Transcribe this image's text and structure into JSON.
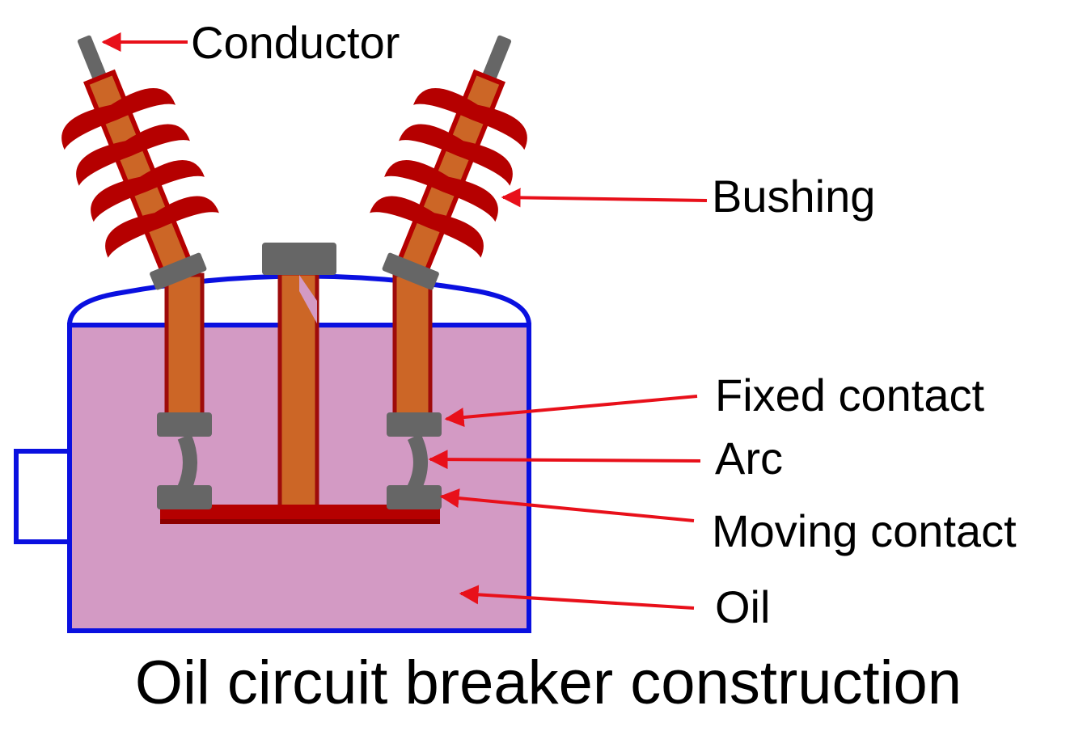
{
  "title": "Oil circuit breaker construction",
  "labels": {
    "conductor": "Conductor",
    "bushing": "Bushing",
    "fixed_contact": "Fixed contact",
    "arc": "Arc",
    "moving_contact": "Moving contact",
    "oil": "Oil"
  },
  "colors": {
    "tank_outline": "#0a10e0",
    "oil_fill": "#d39ac4",
    "bushing_red": "#b50000",
    "conductor_copper": "#cc6626",
    "contact_gray": "#666666",
    "pointer_red": "#e8101a"
  }
}
